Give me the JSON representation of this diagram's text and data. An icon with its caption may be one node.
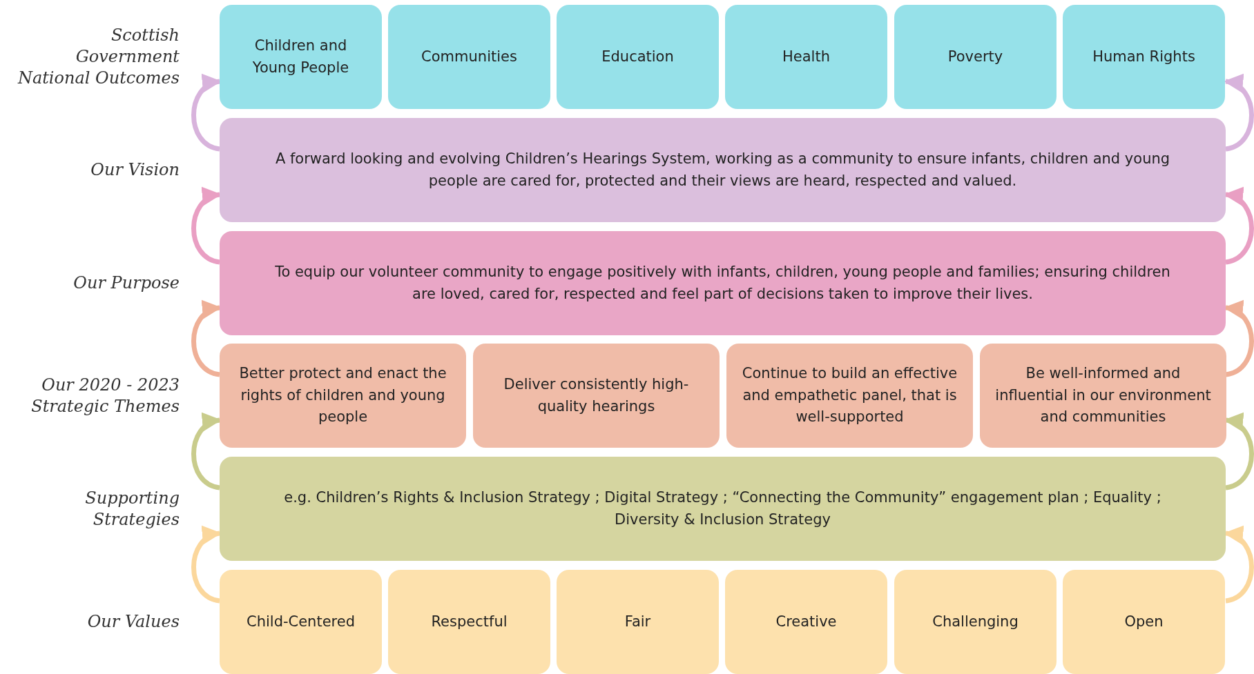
{
  "diagram": {
    "nodes": [
      {
        "text": [
          "Children and Young People"
        ]
      },
      {
        "text": [
          "Communities"
        ]
      },
      {
        "text": [
          "Education"
        ]
      },
      {
        "text": [
          "Health"
        ]
      },
      {
        "text": [
          "Poverty"
        ]
      },
      {
        "text": [
          "Human Rights"
        ]
      },
      {
        "text": [
          "A forward looking and evolving Children’s Hearings System, working as a community to ensure infants, children and young people are cared for, protected and their views are heard, respected and valued."
        ]
      },
      {
        "text": [
          "To equip our volunteer community to engage positively with infants, children, young people and families; ensuring children are loved, cared for, respected and feel part of decisions taken to improve their lives."
        ]
      },
      {
        "text": [
          "Better protect and enact the rights of children and young people"
        ]
      },
      {
        "text": [
          "Deliver consistently high-quality hearings"
        ]
      },
      {
        "text": [
          "Continue to build an effective and empathetic panel, that is well-supported"
        ]
      },
      {
        "text": [
          "Be well-informed and influential in our environment and communities"
        ]
      },
      {
        "text": [
          "e.g. Children’s Rights & Inclusion Strategy ; Digital Strategy ; “Connecting the Community” engagement plan ; Equality ; Diversity & Inclusion Strategy"
        ]
      },
      {
        "text": [
          "Child-Centered"
        ]
      },
      {
        "text": [
          "Respectful"
        ]
      },
      {
        "text": [
          "Fair"
        ]
      },
      {
        "text": [
          "Creative"
        ]
      },
      {
        "text": [
          "Challenging"
        ]
      },
      {
        "text": [
          "Open"
        ]
      }
    ],
    "edges": [
      {
        "from": 6,
        "to": 0,
        "arrow": "to",
        "color": "#d8b3dc"
      },
      {
        "from": 6,
        "to": 5,
        "arrow": "to",
        "color": "#d8b3dc"
      },
      {
        "from": 7,
        "to": 6,
        "arrow": "to",
        "color": "#e99fc3"
      },
      {
        "from": 7,
        "to": 6,
        "arrow": "to",
        "color": "#e99fc3"
      },
      {
        "from": 8,
        "to": 7,
        "arrow": "to",
        "color": "#efb097"
      },
      {
        "from": 11,
        "to": 7,
        "arrow": "to",
        "color": "#efb097"
      },
      {
        "from": 12,
        "to": 8,
        "arrow": "to",
        "color": "#c9cc8c"
      },
      {
        "from": 12,
        "to": 11,
        "arrow": "to",
        "color": "#c9cc8c"
      },
      {
        "from": 13,
        "to": 12,
        "arrow": "to",
        "color": "#fbd79c"
      },
      {
        "from": 18,
        "to": 12,
        "arrow": "to",
        "color": "#fbd79c"
      }
    ],
    "labels": [
      "Scottish Government National Outcomes",
      "Our Vision",
      "Our Purpose",
      "Our 2020 - 2023 Strategic Themes",
      "Supporting Strategies",
      "Our Values"
    ]
  }
}
